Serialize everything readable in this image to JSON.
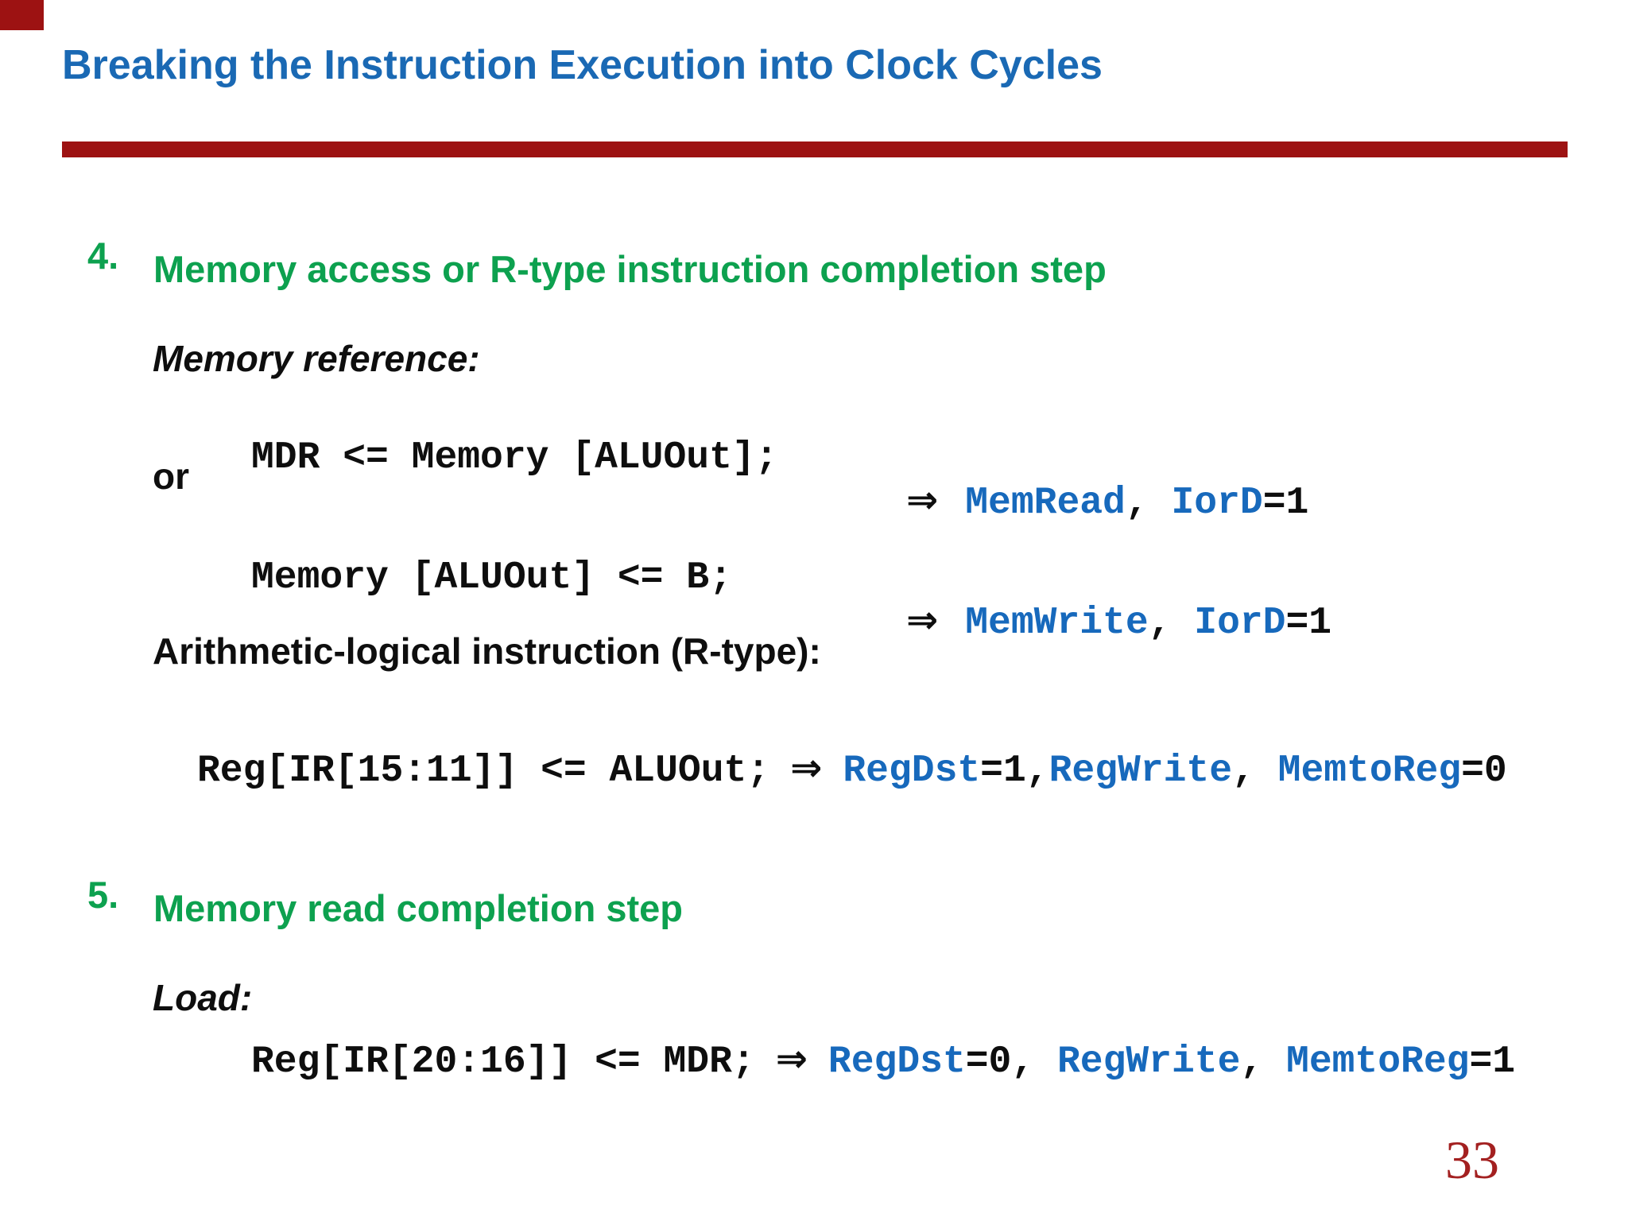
{
  "slide": {
    "title": "Breaking the Instruction Execution into Clock Cycles",
    "page_number": "33"
  },
  "item4": {
    "number": "4.",
    "heading": "Memory access or R-type instruction completion step"
  },
  "memory_reference": {
    "label": "Memory reference:"
  },
  "code1": {
    "statement": "MDR <= Memory [ALUOut];",
    "arrow": "⇒",
    "sig1": "MemRead",
    "sep1": ", ",
    "sig2": "IorD",
    "val2": "=1"
  },
  "or_label": "or",
  "code2": {
    "statement": "Memory [ALUOut] <= B;",
    "arrow": "⇒",
    "sig1": "MemWrite",
    "sep1": ", ",
    "sig2": "IorD",
    "val2": "=1"
  },
  "arithmetic": {
    "label": "Arithmetic-logical instruction (R-type):"
  },
  "code3": {
    "statement": "Reg[IR[15:11]] <= ALUOut;",
    "arrow": "⇒",
    "sig1": "RegDst",
    "val1": "=1,",
    "sig2": "RegWrite",
    "sep2": ", ",
    "sig3": "MemtoReg",
    "val3": "=0"
  },
  "item5": {
    "number": "5.",
    "heading": "Memory read completion step"
  },
  "load": {
    "label": "Load:"
  },
  "code4": {
    "statement": "Reg[IR[20:16]] <= MDR;",
    "arrow": "⇒",
    "sig1": "RegDst",
    "val1": "=0",
    "sep1": ", ",
    "sig2": "RegWrite",
    "sep2": ", ",
    "sig3": "MemtoReg",
    "val3": "=1"
  },
  "colors": {
    "title_blue": "#1a69b4",
    "heading_green": "#0da14f",
    "code_blue": "#1769bc",
    "rule_red": "#9d1212",
    "page_number_red": "#a32020",
    "text_black": "#0e0e0e"
  }
}
